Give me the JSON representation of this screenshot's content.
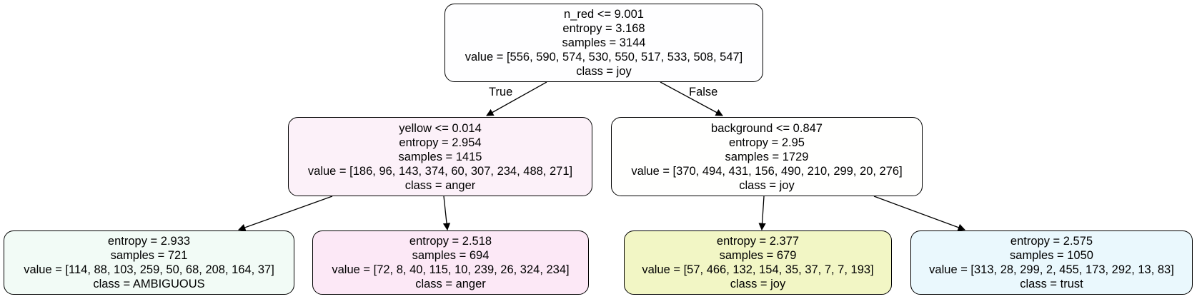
{
  "nodes": [
    {
      "id": "root",
      "split": "n_red <= 9.001",
      "entropy": "entropy = 3.168",
      "samples": "samples = 3144",
      "value": "value = [556, 590, 574, 530, 550, 517, 533, 508, 547]",
      "class": "class = joy",
      "fill": "#fefeff"
    },
    {
      "id": "left",
      "split": "yellow <= 0.014",
      "entropy": "entropy = 2.954",
      "samples": "samples = 1415",
      "value": "value = [186, 96, 143, 374, 60, 307, 234, 488, 271]",
      "class": "class = anger",
      "fill": "#fcf1f9"
    },
    {
      "id": "right",
      "split": "background <= 0.847",
      "entropy": "entropy = 2.95",
      "samples": "samples = 1729",
      "value": "value = [370, 494, 431, 156, 490, 210, 299, 20, 276]",
      "class": "class = joy",
      "fill": "#fffffe"
    },
    {
      "id": "ll",
      "entropy": "entropy = 2.933",
      "samples": "samples = 721",
      "value": "value = [114, 88, 103, 259, 50, 68, 208, 164, 37]",
      "class": "class = AMBIGUOUS",
      "fill": "#f2fbf6"
    },
    {
      "id": "lr",
      "entropy": "entropy = 2.518",
      "samples": "samples = 694",
      "value": "value = [72, 8, 40, 115, 10, 239, 26, 324, 234]",
      "class": "class = anger",
      "fill": "#fce8f6"
    },
    {
      "id": "rl",
      "entropy": "entropy = 2.377",
      "samples": "samples = 679",
      "value": "value = [57, 466, 132, 154, 35, 37, 7, 7, 193]",
      "class": "class = joy",
      "fill": "#f2f6c5"
    },
    {
      "id": "rr",
      "entropy": "entropy = 2.575",
      "samples": "samples = 1050",
      "value": "value = [313, 28, 299, 2, 455, 173, 292, 13, 83]",
      "class": "class = trust",
      "fill": "#eaf8fd"
    }
  ],
  "edge_labels": {
    "true_label": "True",
    "false_label": "False"
  }
}
